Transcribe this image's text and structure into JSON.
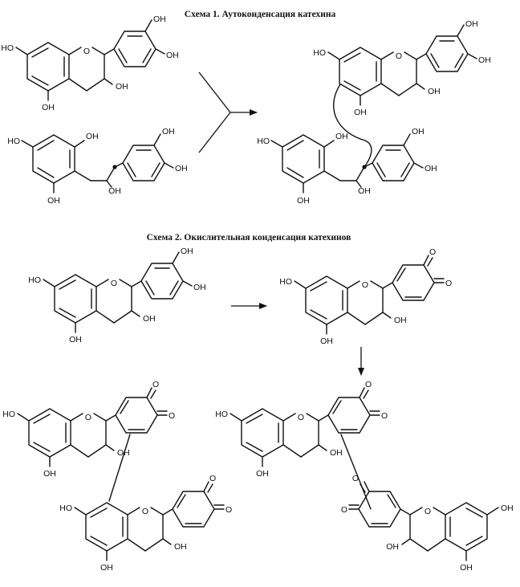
{
  "scheme1": {
    "title": "Схема 1. Аутоконденсация катехина"
  },
  "scheme2": {
    "title": "Схема 2. Окислительная конденсация катехинов"
  },
  "labels": {
    "hydroxyl": "OH",
    "oxygen": "O",
    "ho": "HO"
  }
}
